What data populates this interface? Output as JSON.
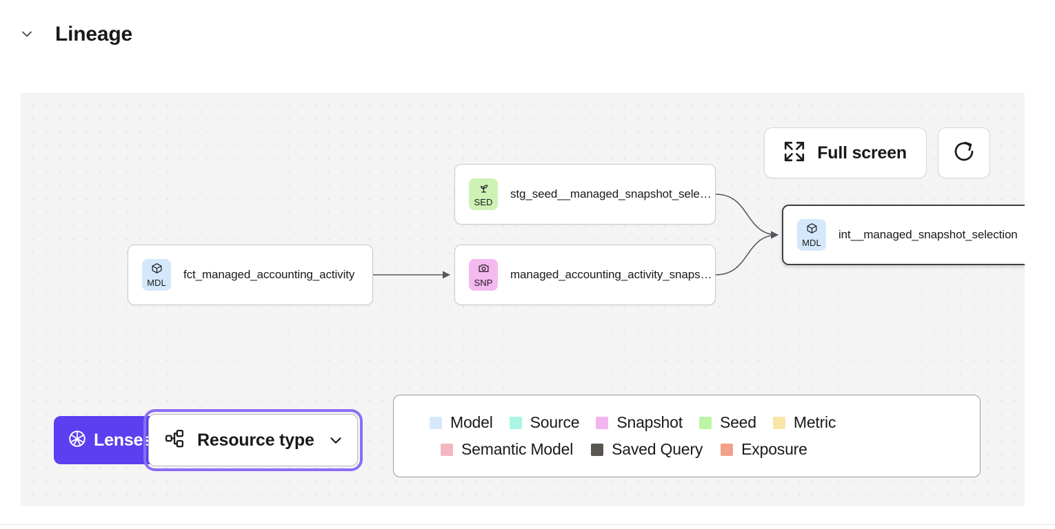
{
  "header": {
    "title": "Lineage",
    "collapse_icon": "chevron-down-icon"
  },
  "canvas": {
    "toolbar": {
      "fullscreen": {
        "label": "Full screen",
        "icon": "expand-icon"
      },
      "refresh": {
        "icon": "refresh-icon"
      }
    },
    "nodes": [
      {
        "id": "stg-seed",
        "label": "stg_seed__managed_snapshot_selecti...",
        "badge_code": "SED",
        "badge_icon": "seedling-icon",
        "badge_color": "#cdf2b4",
        "selected": false
      },
      {
        "id": "fct",
        "label": "fct_managed_accounting_activity",
        "badge_code": "MDL",
        "badge_icon": "cube-icon",
        "badge_color": "#d5e8fb",
        "selected": false
      },
      {
        "id": "snapshot",
        "label": "managed_accounting_activity_snapshot",
        "badge_code": "SNP",
        "badge_icon": "camera-icon",
        "badge_color": "#f4b9ef",
        "selected": false
      },
      {
        "id": "int",
        "label": "int__managed_snapshot_selection",
        "badge_code": "MDL",
        "badge_icon": "cube-icon",
        "badge_color": "#d5e8fb",
        "selected": true
      }
    ]
  },
  "controls": {
    "lenses": {
      "label": "Lenses",
      "icon": "aperture-icon",
      "color": "#5c3ff0"
    },
    "resource_type": {
      "label": "Resource type",
      "icon": "hierarchy-icon",
      "chevron": "chevron-down-icon",
      "focused": true
    }
  },
  "legend": {
    "row1": [
      {
        "label": "Model",
        "color": "#d6e9fb"
      },
      {
        "label": "Source",
        "color": "#aaf5e3"
      },
      {
        "label": "Snapshot",
        "color": "#f2b5ee"
      },
      {
        "label": "Seed",
        "color": "#bdf5a6"
      },
      {
        "label": "Metric",
        "color": "#f8e6a7"
      }
    ],
    "row2": [
      {
        "label": "Semantic Model",
        "color": "#f4b8c0"
      },
      {
        "label": "Saved Query",
        "color": "#595651"
      },
      {
        "label": "Exposure",
        "color": "#f2a28a"
      }
    ]
  }
}
